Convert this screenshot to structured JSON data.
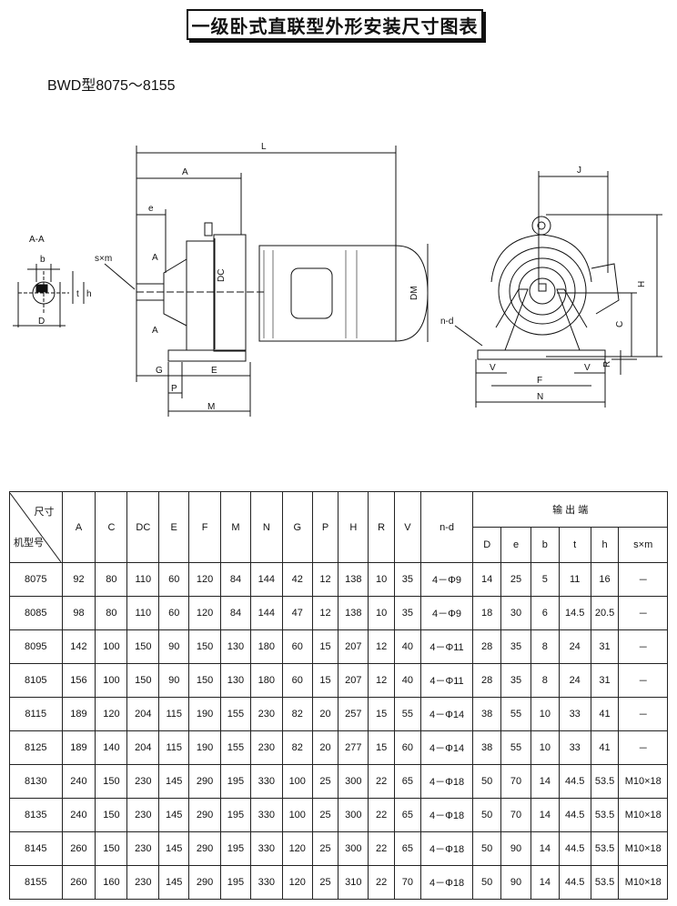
{
  "title": "一级卧式直联型外形安装尺寸图表",
  "subtitle": "BWD型8075～8155",
  "drawing_labels": {
    "section": "A-A",
    "b": "b",
    "t": "t",
    "h": "h",
    "D": "D",
    "L": "L",
    "A": "A",
    "e": "e",
    "sxm": "s×m",
    "A1": "A",
    "A2": "A",
    "DC": "DC",
    "DM": "DM",
    "G": "G",
    "E": "E",
    "P": "P",
    "M": "M",
    "J": "J",
    "H": "H",
    "C": "C",
    "R": "R",
    "nd": "n-d",
    "V1": "V",
    "V2": "V",
    "F": "F",
    "N": "N"
  },
  "table": {
    "corner_top": "尺寸",
    "corner_bottom": "机型号",
    "output_header": "输 出 端",
    "columns": [
      "A",
      "C",
      "DC",
      "E",
      "F",
      "M",
      "N",
      "G",
      "P",
      "H",
      "R",
      "V",
      "n-d"
    ],
    "output_columns": [
      "D",
      "e",
      "b",
      "t",
      "h",
      "s×m"
    ],
    "rows": [
      [
        "8075",
        "92",
        "80",
        "110",
        "60",
        "120",
        "84",
        "144",
        "42",
        "12",
        "138",
        "10",
        "35",
        "4－Φ9",
        "14",
        "25",
        "5",
        "11",
        "16",
        "－"
      ],
      [
        "8085",
        "98",
        "80",
        "110",
        "60",
        "120",
        "84",
        "144",
        "47",
        "12",
        "138",
        "10",
        "35",
        "4－Φ9",
        "18",
        "30",
        "6",
        "14.5",
        "20.5",
        "－"
      ],
      [
        "8095",
        "142",
        "100",
        "150",
        "90",
        "150",
        "130",
        "180",
        "60",
        "15",
        "207",
        "12",
        "40",
        "4－Φ11",
        "28",
        "35",
        "8",
        "24",
        "31",
        "－"
      ],
      [
        "8105",
        "156",
        "100",
        "150",
        "90",
        "150",
        "130",
        "180",
        "60",
        "15",
        "207",
        "12",
        "40",
        "4－Φ11",
        "28",
        "35",
        "8",
        "24",
        "31",
        "－"
      ],
      [
        "8115",
        "189",
        "120",
        "204",
        "115",
        "190",
        "155",
        "230",
        "82",
        "20",
        "257",
        "15",
        "55",
        "4－Φ14",
        "38",
        "55",
        "10",
        "33",
        "41",
        "－"
      ],
      [
        "8125",
        "189",
        "140",
        "204",
        "115",
        "190",
        "155",
        "230",
        "82",
        "20",
        "277",
        "15",
        "60",
        "4－Φ14",
        "38",
        "55",
        "10",
        "33",
        "41",
        "－"
      ],
      [
        "8130",
        "240",
        "150",
        "230",
        "145",
        "290",
        "195",
        "330",
        "100",
        "25",
        "300",
        "22",
        "65",
        "4－Φ18",
        "50",
        "70",
        "14",
        "44.5",
        "53.5",
        "M10×18"
      ],
      [
        "8135",
        "240",
        "150",
        "230",
        "145",
        "290",
        "195",
        "330",
        "100",
        "25",
        "300",
        "22",
        "65",
        "4－Φ18",
        "50",
        "70",
        "14",
        "44.5",
        "53.5",
        "M10×18"
      ],
      [
        "8145",
        "260",
        "150",
        "230",
        "145",
        "290",
        "195",
        "330",
        "120",
        "25",
        "300",
        "22",
        "65",
        "4－Φ18",
        "50",
        "90",
        "14",
        "44.5",
        "53.5",
        "M10×18"
      ],
      [
        "8155",
        "260",
        "160",
        "230",
        "145",
        "290",
        "195",
        "330",
        "120",
        "25",
        "310",
        "22",
        "70",
        "4－Φ18",
        "50",
        "90",
        "14",
        "44.5",
        "53.5",
        "M10×18"
      ]
    ]
  }
}
